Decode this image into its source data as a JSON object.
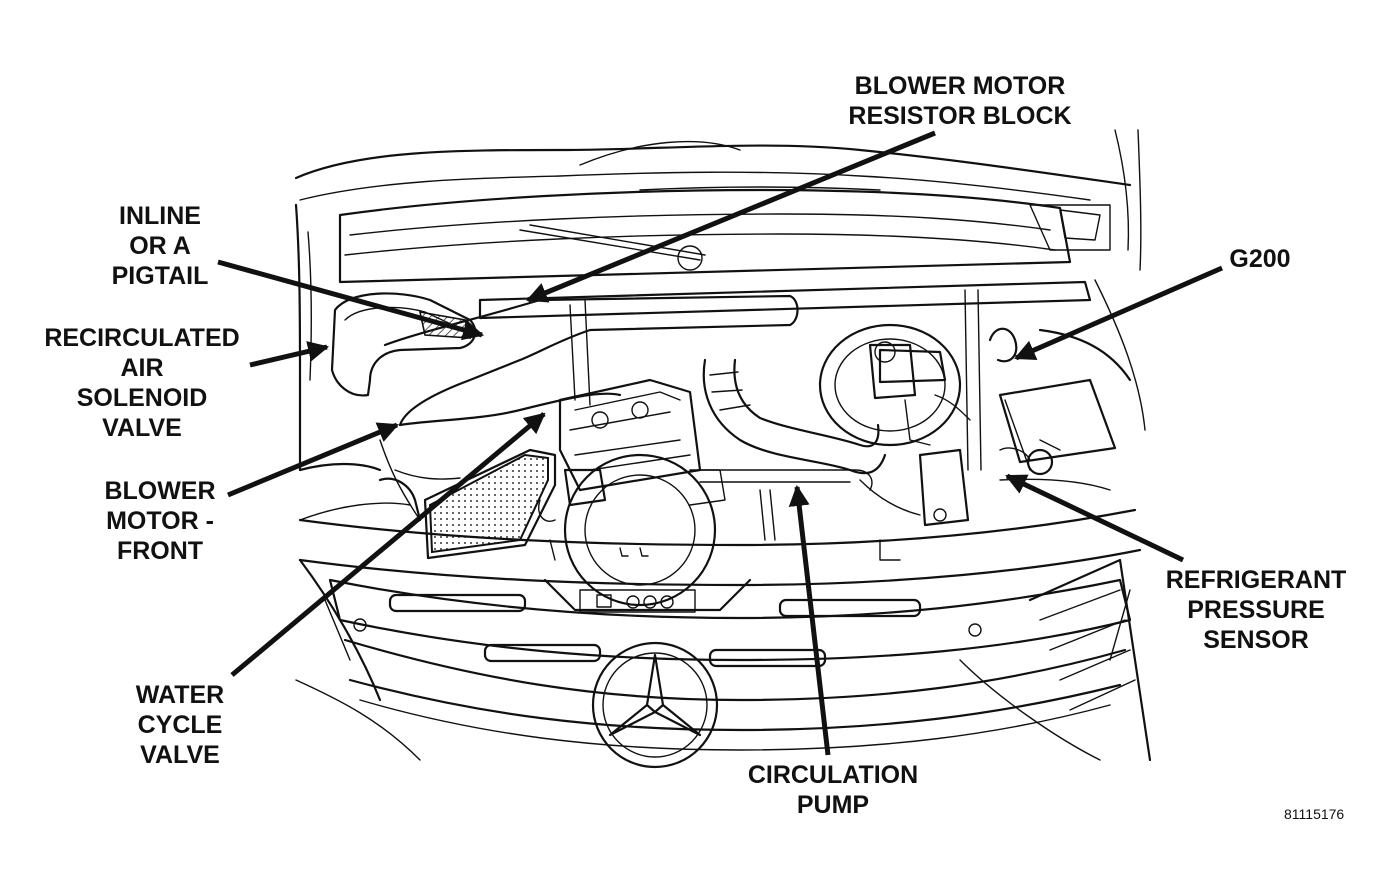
{
  "labels": {
    "blower_resistor": [
      "BLOWER MOTOR",
      "RESISTOR BLOCK"
    ],
    "inline_pigtail": [
      "INLINE",
      "OR A",
      "PIGTAIL"
    ],
    "recirc_solenoid": [
      "RECIRCULATED",
      "AIR",
      "SOLENOID",
      "VALVE"
    ],
    "blower_front": [
      "BLOWER",
      "MOTOR -",
      "FRONT"
    ],
    "water_valve": [
      "WATER",
      "CYCLE",
      "VALVE"
    ],
    "circulation_pump": [
      "CIRCULATION",
      "PUMP"
    ],
    "g200": [
      "G200"
    ],
    "refrigerant_sensor": [
      "REFRIGERANT",
      "PRESSURE",
      "SENSOR"
    ]
  },
  "figure_id": "81115176"
}
